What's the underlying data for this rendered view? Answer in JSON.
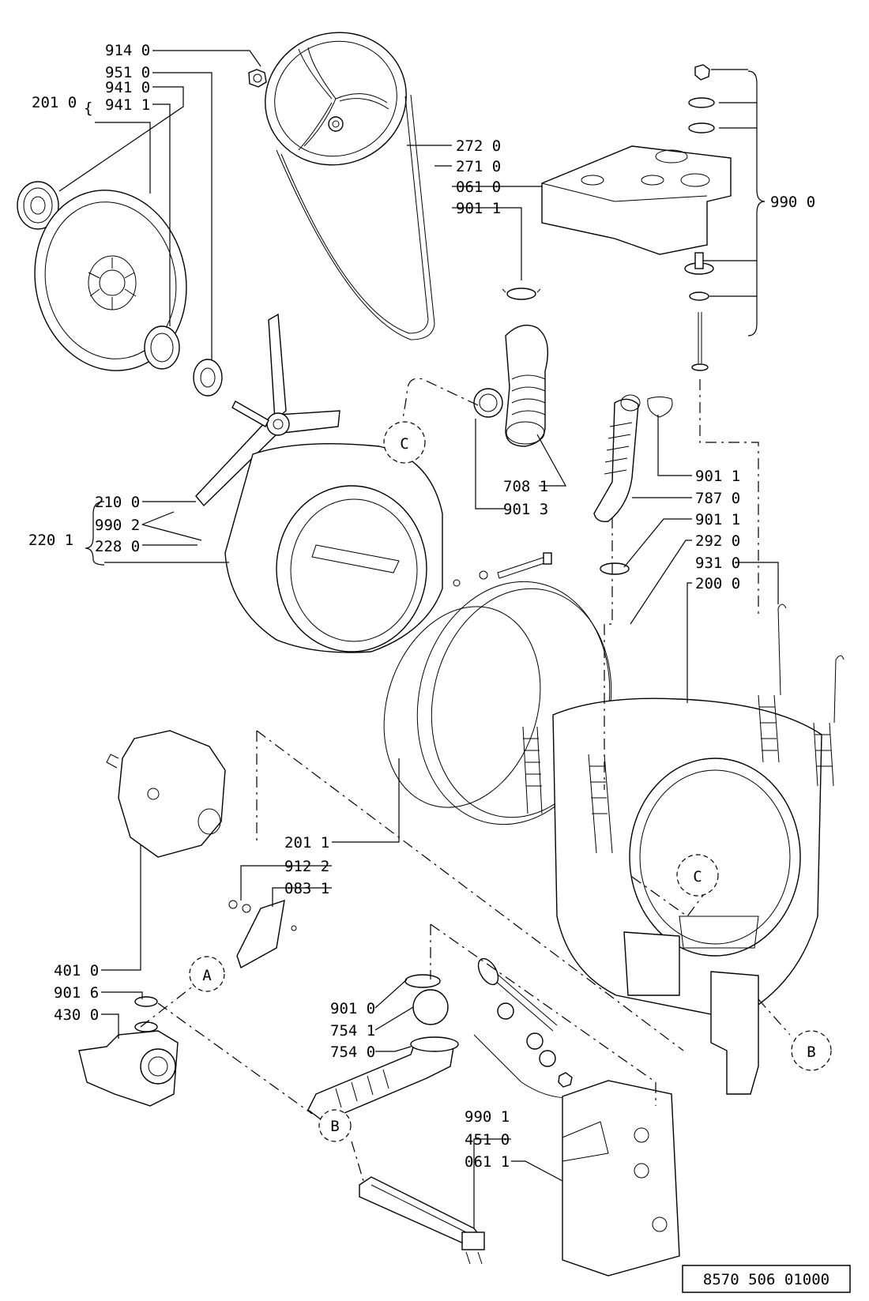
{
  "drawing_number": "8570 506 01000",
  "callouts": {
    "a": "A",
    "b": "B",
    "c": "C"
  },
  "labels": {
    "l_914_0": "914 0",
    "l_951_0": "951 0",
    "l_941_0": "941 0",
    "l_941_1": "941 1",
    "l_201_0": "201 0",
    "l_272_0": "272 0",
    "l_271_0": "271 0",
    "l_061_0": "061 0",
    "l_901_1a": "901 1",
    "l_990_0": "990 0",
    "l_708_1": "708 1",
    "l_901_3": "901 3",
    "l_210_0": "210 0",
    "l_990_2": "990 2",
    "l_228_0": "228 0",
    "l_220_1": "220 1",
    "l_901_1b": "901 1",
    "l_787_0": "787 0",
    "l_901_1c": "901 1",
    "l_292_0": "292 0",
    "l_931_0": "931 0",
    "l_200_0": "200 0",
    "l_201_1": "201 1",
    "l_912_2": "912 2",
    "l_083_1": "083 1",
    "l_401_0": "401 0",
    "l_901_6": "901 6",
    "l_430_0": "430 0",
    "l_901_0": "901 0",
    "l_754_1": "754 1",
    "l_754_0": "754 0",
    "l_990_1": "990 1",
    "l_451_0": "451 0",
    "l_061_1": "061 1"
  }
}
